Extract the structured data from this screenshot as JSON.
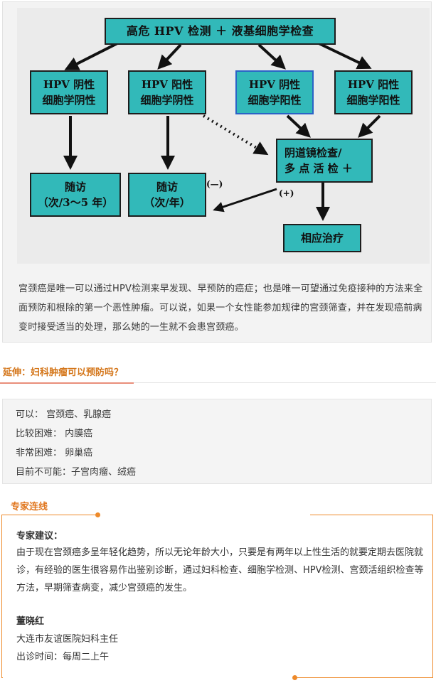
{
  "diagram": {
    "top_box": "高危 HPV 检测 ＋ 液基细胞学检查",
    "box_a": {
      "line1": "HPV 阴性",
      "line2": "细胞学阴性"
    },
    "box_b": {
      "line1": "HPV 阳性",
      "line2": "细胞学阴性"
    },
    "box_c": {
      "line1": "HPV 阴性",
      "line2": "细胞学阳性"
    },
    "box_d": {
      "line1": "HPV 阳性",
      "line2": "细胞学阳性"
    },
    "box_colpo": {
      "line1": "阴道镜检查/",
      "line2": "多 点 活 检 ＋"
    },
    "box_follow1": {
      "line1": "随访",
      "line2": "（次/3～5 年）"
    },
    "box_follow2": {
      "line1": "随访",
      "line2": "（次/年）"
    },
    "box_treat": "相应治疗",
    "sign_neg": "(—)",
    "sign_pos": "(+)"
  },
  "intro_text": "宫颈癌是唯一可以通过HPV检测来早发现、早预防的癌症；也是唯一可望通过免疫接种的方法来全面预防和根除的第一个恶性肿瘤。可以说，如果一个女性能参加规律的宫颈筛查，并在发现癌前病变时接受适当的处理，那么她的一生就不会患宫颈癌。",
  "extension": {
    "heading": "延伸：妇科肿瘤可以预防吗？",
    "items": [
      "可以：  宫颈癌、乳腺癌",
      "比较困难：  内膜癌",
      "非常困难：  卵巢癌",
      "目前不可能：子宫肉瘤、绒癌"
    ]
  },
  "expert": {
    "section_title": "专家连线",
    "advice_label": "专家建议：",
    "advice_text": "由于现在宫颈癌多呈年轻化趋势，所以无论年龄大小，只要是有两年以上性生活的就要定期去医院就诊，有经验的医生很容易作出鉴别诊断，通过妇科检查、细胞学检测、HPV检测、宫颈活组织检查等方法，早期筛查病变，减少宫颈癌的发生。",
    "doctor_name": "董晓红",
    "doctor_title": "大连市友谊医院妇科主任",
    "clinic_time": "出诊时间：每周二上午"
  },
  "colors": {
    "box_fill": "#32b9b9",
    "accent_orange": "#ee8a2a",
    "heading_orange": "#d4761a"
  }
}
